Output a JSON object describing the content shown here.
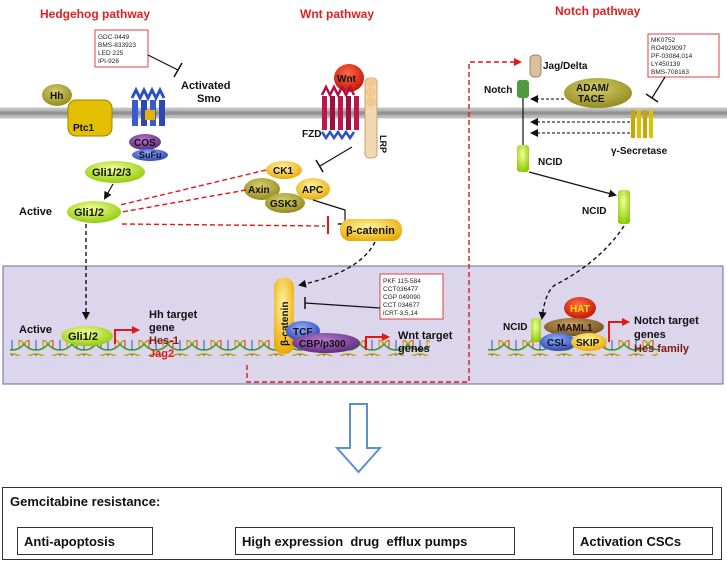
{
  "titles": {
    "hedgehog": "Hedgehog pathway",
    "wnt": "Wnt pathway",
    "notch": "Notch pathway"
  },
  "hh": {
    "drugs": [
      "GDC-0449",
      "BMS-833923",
      "LED 225",
      "IPI-926"
    ],
    "activated_smo": [
      "Activated",
      "Smo"
    ],
    "hh": "Hh",
    "ptc1": "Ptc1",
    "cos": "COS",
    "sufu": "SuFu",
    "gli123": "Gli1/2/3",
    "active": "Active",
    "gli12": "Gli1/2",
    "nuc_active": "Active",
    "nuc_gli12": "Gli1/2",
    "target": [
      "Hh target",
      "gene"
    ],
    "hes1": "Hes-1",
    "jag2": "Jag2"
  },
  "wnt": {
    "wnt": "Wnt",
    "fzd": "FZD",
    "lrp": "LRP",
    "ck1": "CK1",
    "axin": "Axin",
    "apc": "APC",
    "gsk3": "GSK3",
    "bcatenin": "β-catenin",
    "drugs": [
      "PKF 115-584",
      "CCT036477",
      "CGP 049090",
      "CCT 034677",
      "iCRT-3,5,14"
    ],
    "nuc_bcatenin": "β-catenin",
    "tcf": "TCF",
    "cbp": "CBP/p300",
    "target": [
      "Wnt target",
      "genes"
    ]
  },
  "notch": {
    "jag": "Jag/Delta",
    "notch": "Notch",
    "adam": [
      "ADAM/",
      "TACE"
    ],
    "drugs": [
      "MK0752",
      "RO4929097",
      "PF-03084,014",
      "LY450139",
      "BMS-708163"
    ],
    "gamma": "γ-Secretase",
    "ncid1": "NCID",
    "ncid2": "NCID",
    "nuc_ncid": "NCID",
    "hat": "HAT",
    "maml": "MAML1",
    "csl": "CSL",
    "skip": "SKIP",
    "target": [
      "Notch target",
      "genes"
    ],
    "hes": "Hes family"
  },
  "result": {
    "title": "Gemcitabine resistance:",
    "items": [
      "Anti-apoptosis",
      "High expression  drug  efflux pumps",
      "Activation CSCs"
    ]
  },
  "colors": {
    "title_red": "#e02020",
    "nucleus_fill": "#dcd6ec",
    "nucleus_border": "#6a6aa0",
    "gli_green": "#c8ea1e",
    "bcat_yellow": "#f4c20d",
    "arrow_blue": "#5b8fd0"
  }
}
